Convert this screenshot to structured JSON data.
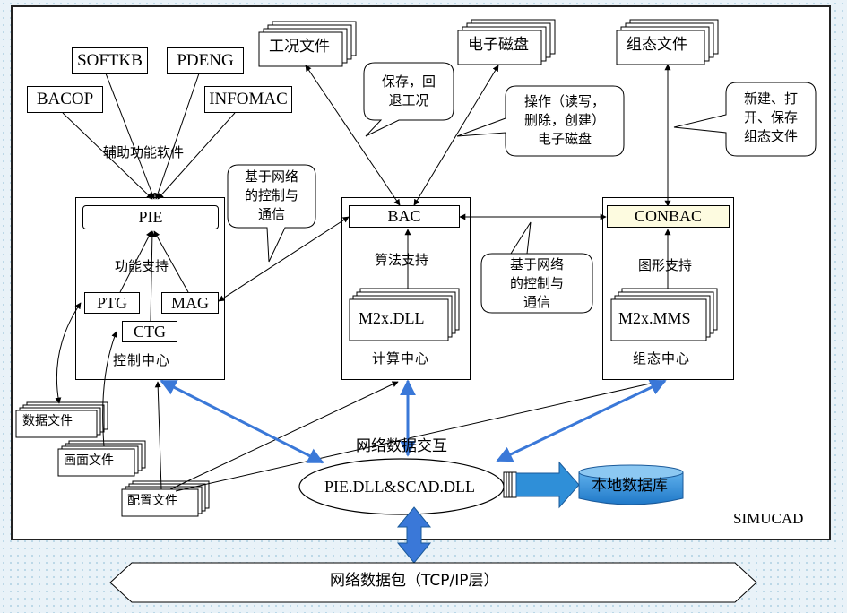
{
  "nodes": {
    "bacop": "BACOP",
    "softkb": "SOFTKB",
    "pdeng": "PDENG",
    "infomac": "INFOMAC",
    "aux_software": "辅助功能软件",
    "condition_file": "工况文件",
    "e_disk": "电子磁盘",
    "config_state_file": "组态文件",
    "pie": "PIE",
    "function_support": "功能支持",
    "ptg": "PTG",
    "mag": "MAG",
    "ctg": "CTG",
    "control_center": "控制中心",
    "bac": "BAC",
    "algorithm_support": "算法支持",
    "m2x_dll": "M2x.DLL",
    "compute_center": "计算中心",
    "conbac": "CONBAC",
    "graphic_support": "图形支持",
    "m2x_mms": "M2x.MMS",
    "config_center": "组态中心",
    "data_file": "数据文件",
    "screen_file": "画面文件",
    "setup_file": "配置文件",
    "network_exchange": "网络数据交互",
    "pie_dll_scad": "PIE.DLL&SCAD.DLL",
    "local_db": "本地数据库",
    "simucad": "SIMUCAD",
    "network_packet": "网络数据包（TCP/IP层）"
  },
  "callouts": {
    "save_rollback": "保存，回\n退工况",
    "edisk_ops": "操作（读写，\n删除，创建）\n电子磁盘",
    "new_open_save": "新建、打\n开、保存\n组态文件",
    "net_control_left": "基于网络\n的控制与\n通信",
    "net_control_mid": "基于网络\n的控制与\n通信"
  },
  "colors": {
    "blue_arrow": "#3a78d8",
    "db_fill": "#2f8fd8",
    "conbac_fill": "#fdfbe0",
    "background_dots": "#b9d6e6"
  }
}
